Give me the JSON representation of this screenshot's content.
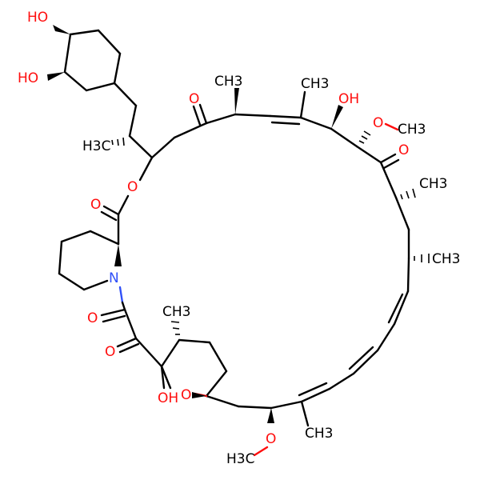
{
  "colors": {
    "carbon": "#000000",
    "oxygen": "#ff0d0d",
    "nitrogen": "#3050f8",
    "background": "#ffffff"
  },
  "labels": {
    "oh_top": "HO",
    "oh_ring": "HO",
    "oh_c31": "OH",
    "ome_c32": "O",
    "me_c32": "CH3",
    "me_c27": "CH3",
    "me_c26": "CH3",
    "me_c28": "CH3",
    "me_c29": "CH3",
    "ketone_c33": "O",
    "ketone_c22": "O",
    "lactone_o": "O",
    "lactone_co": "O",
    "n_pip": "N",
    "amide_o": "O",
    "keto_o": "O",
    "me_ring": "CH3",
    "ring_o": "O",
    "hemiketal_oh": "OH",
    "ome_bottom": "O",
    "me_bottom_ch3": "H3C",
    "me_bottom": "CH3",
    "me_left": "H3C"
  }
}
